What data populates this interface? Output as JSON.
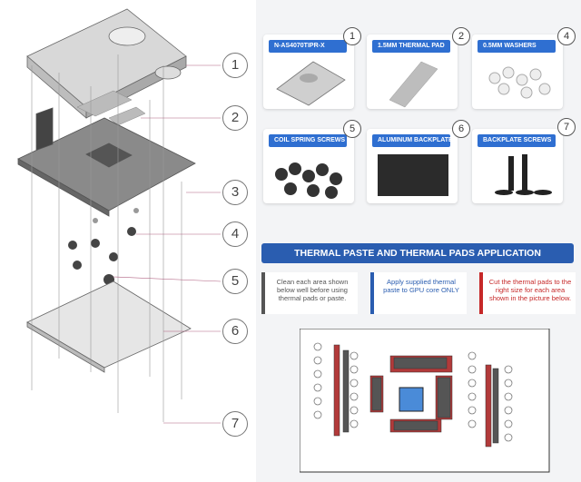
{
  "callouts": [
    "1",
    "2",
    "3",
    "4",
    "5",
    "6",
    "7"
  ],
  "parts": [
    {
      "num": "1",
      "label": "N-AS4070TIPR-X"
    },
    {
      "num": "2",
      "label": "1.5MM THERMAL PAD"
    },
    {
      "num": "4",
      "label": "0.5MM WASHERS"
    },
    {
      "num": "5",
      "label": "COIL SPRING SCREWS"
    },
    {
      "num": "6",
      "label": "ALUMINUM BACKPLATE"
    },
    {
      "num": "7",
      "label": "BACKPLATE SCREWS"
    }
  ],
  "banner": "THERMAL PASTE AND THERMAL PADS APPLICATION",
  "instructions": [
    {
      "text": "Clean each area shown below well before using thermal pads or paste.",
      "color": "#555555"
    },
    {
      "text": "Apply supplied thermal paste to GPU core ONLY",
      "color": "#2a5db0"
    },
    {
      "text": "Cut the thermal pads to the right size for each area shown in the picture below.",
      "color": "#c62828"
    }
  ]
}
